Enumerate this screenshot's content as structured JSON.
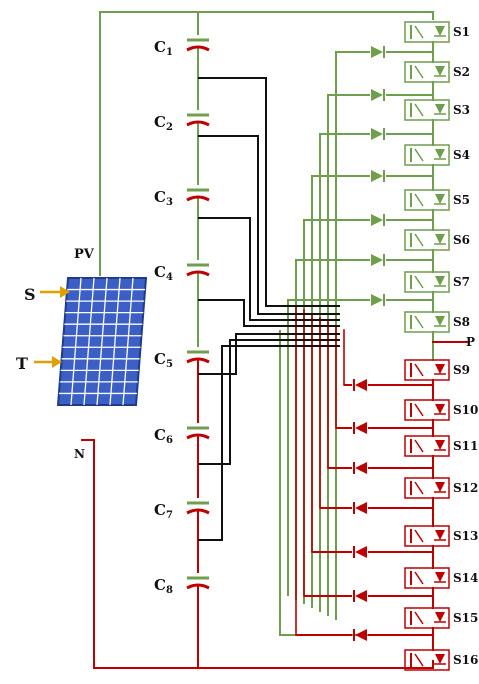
{
  "pv_label": "PV",
  "input_s": "S",
  "input_t": "T",
  "neutral_label": "N",
  "output_label": "P",
  "capacitors": [
    {
      "label": "C",
      "sub": "1"
    },
    {
      "label": "C",
      "sub": "2"
    },
    {
      "label": "C",
      "sub": "3"
    },
    {
      "label": "C",
      "sub": "4"
    },
    {
      "label": "C",
      "sub": "5"
    },
    {
      "label": "C",
      "sub": "6"
    },
    {
      "label": "C",
      "sub": "7"
    },
    {
      "label": "C",
      "sub": "8"
    }
  ],
  "switches": [
    "S1",
    "S2",
    "S3",
    "S4",
    "S5",
    "S6",
    "S7",
    "S8",
    "S9",
    "S10",
    "S11",
    "S12",
    "S13",
    "S14",
    "S15",
    "S16"
  ],
  "colors": {
    "green": "#6f9e4c",
    "red": "#c00000",
    "black": "#111111",
    "panel": "#3b5fc4",
    "arrow": "#e0a000"
  }
}
